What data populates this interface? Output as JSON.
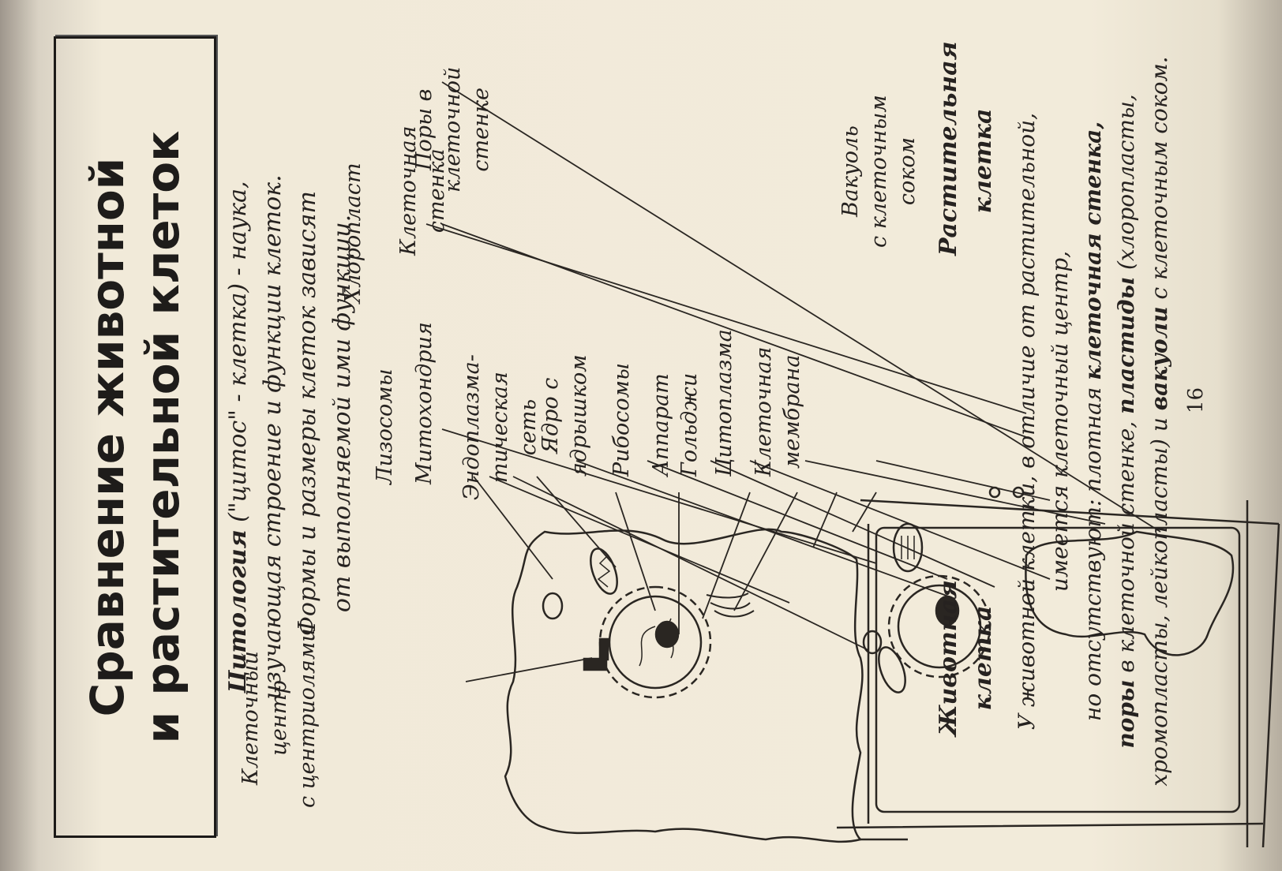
{
  "title": {
    "line1": "Сравнение животной",
    "line2": "и растительной клеток"
  },
  "intro": {
    "term": "Цитология",
    "rest1": " (\"цитос\" - клетка) - наука,",
    "line2": "изучающая строение и функции клеток.",
    "line3": "Формы и размеры клеток зависят",
    "line4": "от выполняемой ими функции."
  },
  "labels": {
    "cell_center": [
      "Клеточный",
      "центр",
      "с центриолями"
    ],
    "cell_wall": [
      "Клеточная",
      "стенка"
    ],
    "pores": [
      "Поры в",
      "клеточной",
      "стенке"
    ],
    "chloroplast": "Хлоропласт",
    "lysosomes": "Лизосомы",
    "mitochondria": "Митохондрия",
    "er": [
      "Эндоплазма-",
      "тическая",
      "сеть"
    ],
    "nucleus": [
      "Ядро с",
      "ядрышком"
    ],
    "ribosomes": "Рибосомы",
    "golgi": [
      "Аппарат",
      "Гольджи"
    ],
    "cytoplasm": "Цитоплазма",
    "membrane": [
      "Клеточная",
      "мембрана"
    ],
    "vacuole": [
      "Вакуоль",
      "с клеточным",
      "соком"
    ]
  },
  "captions": {
    "animal": [
      "Животная",
      "клетка"
    ],
    "plant": [
      "Растительная",
      "клетка"
    ]
  },
  "bottom": {
    "l1": "У животной клетки, в отличие от растительной,",
    "l2": "имеется клеточный центр,",
    "l3a": "но отсутствуют: плотная ",
    "l3b": "клеточная стенка,",
    "l4a": "поры",
    "l4b": " в клеточной стенке, ",
    "l4c": "пластиды",
    "l4d": " (хлоропласты,",
    "l5a": "хромопласты, лейкопласты) и ",
    "l5b": "вакуоли",
    "l5c": " с клеточным соком."
  },
  "page_number": "16"
}
